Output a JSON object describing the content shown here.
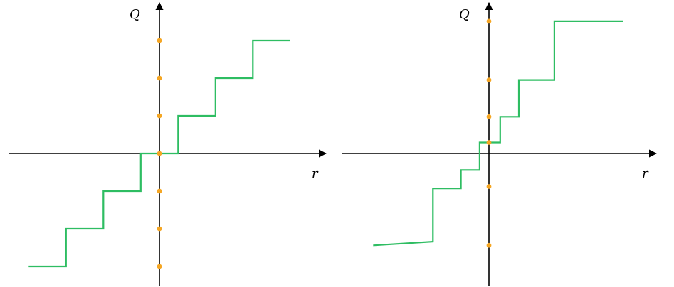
{
  "chart_data": [
    {
      "type": "line",
      "xlabel": "r",
      "ylabel": "Q",
      "xlim": [
        -4,
        4
      ],
      "ylim": [
        -3.5,
        4
      ],
      "grid": false,
      "colors": {
        "series": "#2ebd62",
        "levels": "#f5a623",
        "axis": "#000000"
      },
      "levels": [
        -3,
        -2,
        -1,
        0,
        1,
        2,
        3
      ],
      "series": [
        {
          "x": [
            -3.5,
            -2.5,
            -2.5,
            -1.5,
            -1.5,
            -0.5,
            -0.5,
            0.5,
            0.5,
            1.5,
            1.5,
            2.5,
            2.5,
            3.5
          ],
          "y": [
            -3,
            -3,
            -2,
            -2,
            -1,
            -1,
            0,
            0,
            1,
            1,
            2,
            2,
            3,
            3
          ]
        }
      ]
    },
    {
      "type": "line",
      "xlabel": "r",
      "ylabel": "Q",
      "xlim": [
        -4,
        4.2
      ],
      "ylim": [
        -3.5,
        3.8
      ],
      "grid": false,
      "colors": {
        "series": "#2ebd62",
        "levels": "#f5a623",
        "axis": "#000000"
      },
      "levels": [
        -2.5,
        -0.9,
        0.3,
        1.0,
        2.0,
        3.6
      ],
      "series": [
        {
          "x": [
            -3.1,
            -1.5,
            -1.5,
            -0.75,
            -0.75,
            -0.25,
            -0.25,
            0.3,
            0.3,
            0.8,
            0.8,
            1.75,
            1.75,
            3.6
          ],
          "y": [
            -2.5,
            -2.4,
            -0.95,
            -0.95,
            -0.45,
            -0.45,
            0.3,
            0.3,
            1.0,
            1.0,
            2.0,
            2.0,
            3.6,
            3.6
          ]
        }
      ]
    }
  ]
}
